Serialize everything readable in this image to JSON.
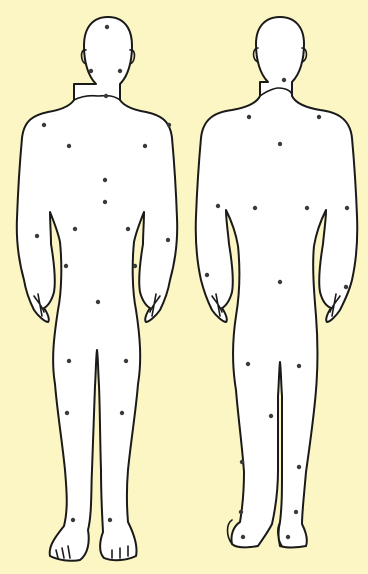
{
  "diagram": {
    "background_color": "#fbf6c4",
    "outline_color": "#1a1a1a",
    "figure_fill": "#ffffff",
    "marker_color": "#3a3a3a",
    "views": [
      "front",
      "back"
    ],
    "front_marker_count": 23,
    "back_marker_count": 20
  }
}
